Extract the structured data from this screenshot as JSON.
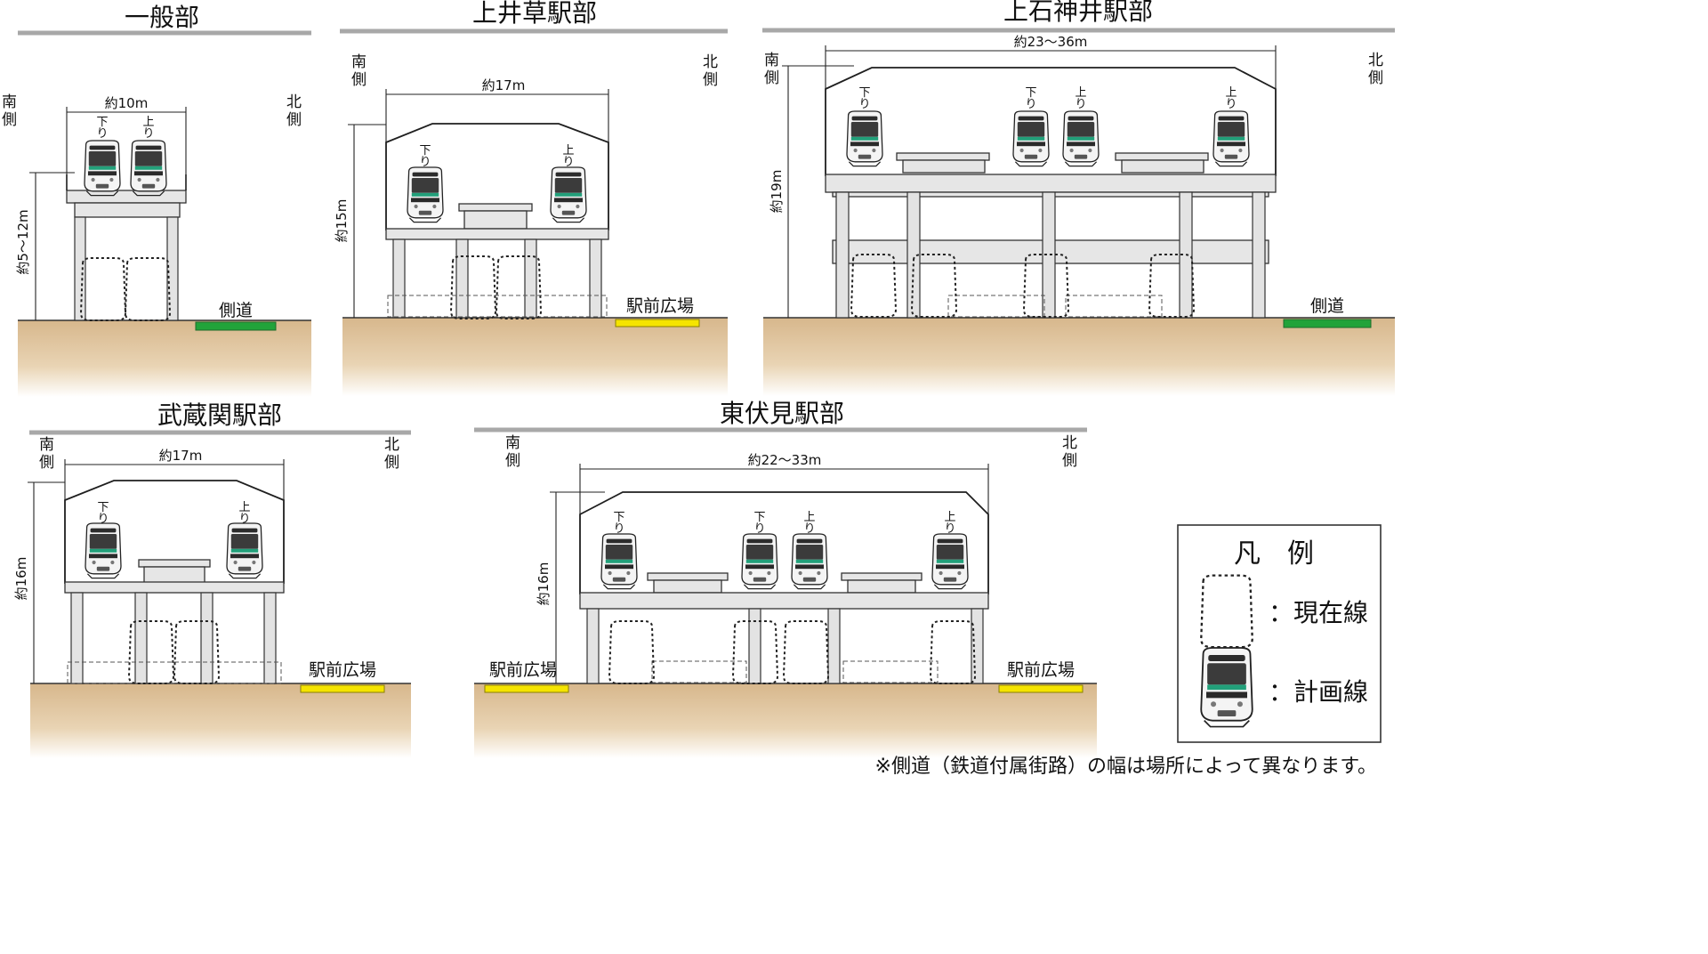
{
  "colors": {
    "ground": "#d8b98e",
    "side_road": "#22a33a",
    "station_plaza": "#f5e400",
    "title_rule": "#a8a8a8"
  },
  "direction_labels": {
    "south": "南側",
    "north": "北側",
    "down": "下り",
    "up": "上り"
  },
  "panels": {
    "ippan": {
      "title": "一般部",
      "width": "約10m",
      "height": "約5～12m",
      "road_label": "側道"
    },
    "kamiigusa": {
      "title": "上井草駅部",
      "width": "約17m",
      "height": "約15m",
      "road_label": "駅前広場"
    },
    "kamishakujii": {
      "title": "上石神井駅部",
      "width": "約23～36m",
      "height": "約19m",
      "road_label": "側道"
    },
    "musashiseki": {
      "title": "武蔵関駅部",
      "width": "約17m",
      "height": "約16m",
      "road_label": "駅前広場"
    },
    "higashifushimi": {
      "title": "東伏見駅部",
      "width": "約22～33m",
      "height": "約16m",
      "road_label_left": "駅前広場",
      "road_label_right": "駅前広場"
    }
  },
  "legend": {
    "title": "凡　例",
    "current_line": "：現在線",
    "planned_line": "：計画線",
    "current_icon": "dotted-tunnel-icon",
    "planned_icon": "train-front-icon"
  },
  "note": "※側道（鉄道付属街路）の幅は場所によって異なります。"
}
